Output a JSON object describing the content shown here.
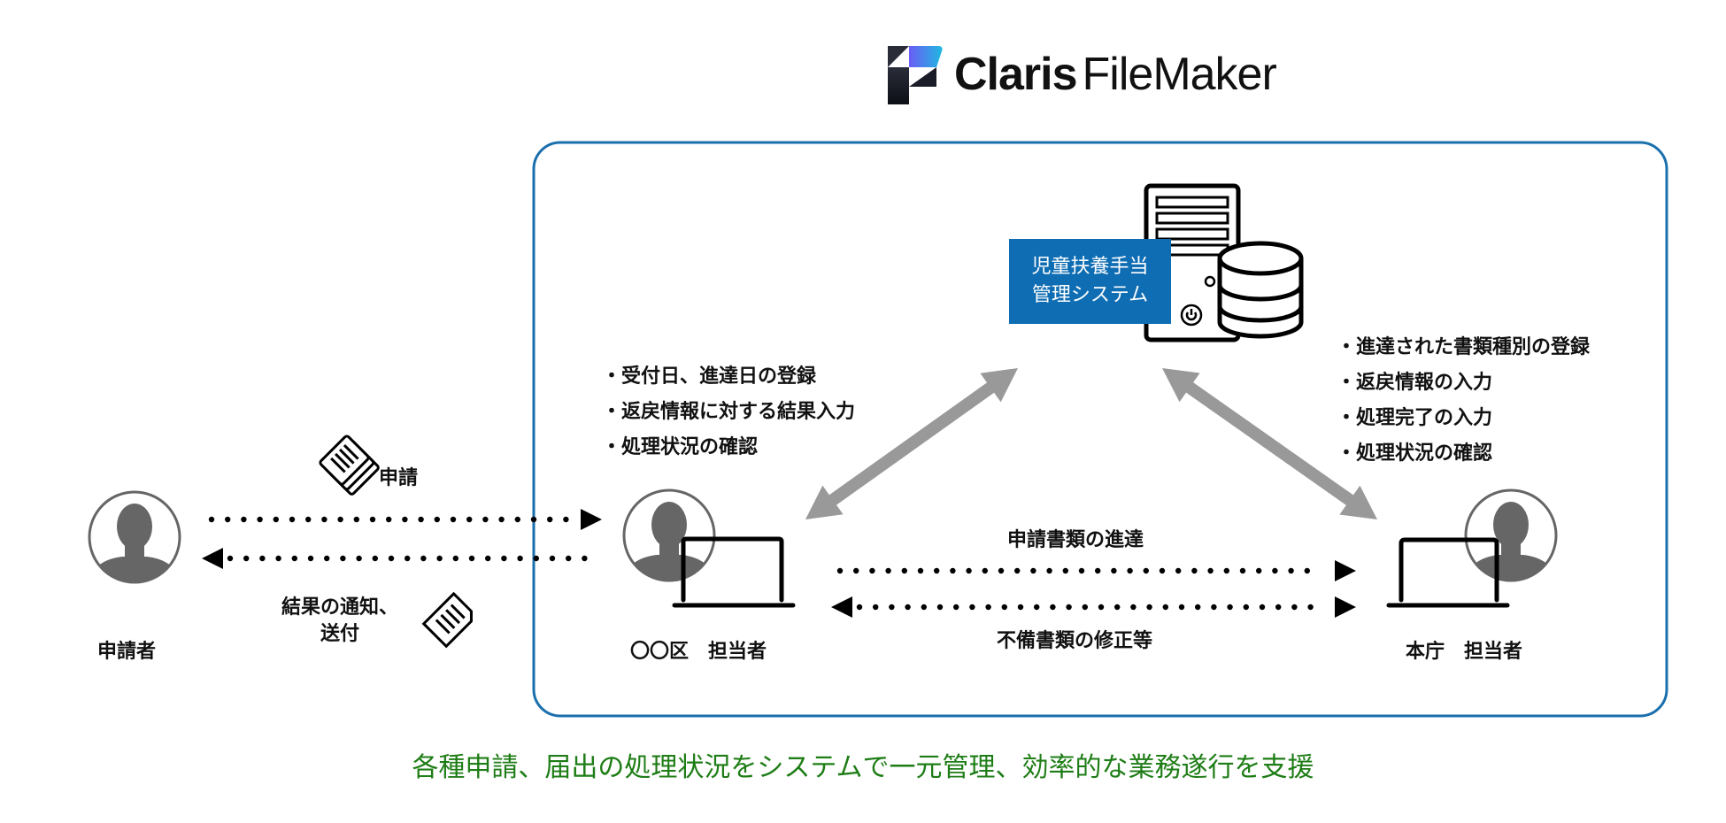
{
  "logo": {
    "brand_bold": "Claris",
    "brand_light": "FileMaker"
  },
  "system": {
    "line1": "児童扶養手当",
    "line2": "管理システム"
  },
  "colors": {
    "box_border": "#1a6fad",
    "system_label_bg": "#0f6db3",
    "tagline": "#1e7d16",
    "double_arrow": "#999999",
    "avatar": "#666666"
  },
  "actors": {
    "applicant": {
      "label": "申請者"
    },
    "ward_staff": {
      "label": "〇〇区　担当者"
    },
    "hq_staff": {
      "label": "本庁　担当者"
    }
  },
  "ward_tasks": [
    "受付日、進達日の登録",
    "返戻情報に対する結果入力",
    "処理状況の確認"
  ],
  "hq_tasks": [
    "進達された書類種別の登録",
    "返戻情報の入力",
    "処理完了の入力",
    "処理状況の確認"
  ],
  "flows": {
    "application": "申請",
    "result_line1": "結果の通知、",
    "result_line2": "送付",
    "forward": "申請書類の進達",
    "correction": "不備書類の修正等"
  },
  "tagline": "各種申請、届出の処理状況をシステムで一元管理、効率的な業務遂行を支援"
}
